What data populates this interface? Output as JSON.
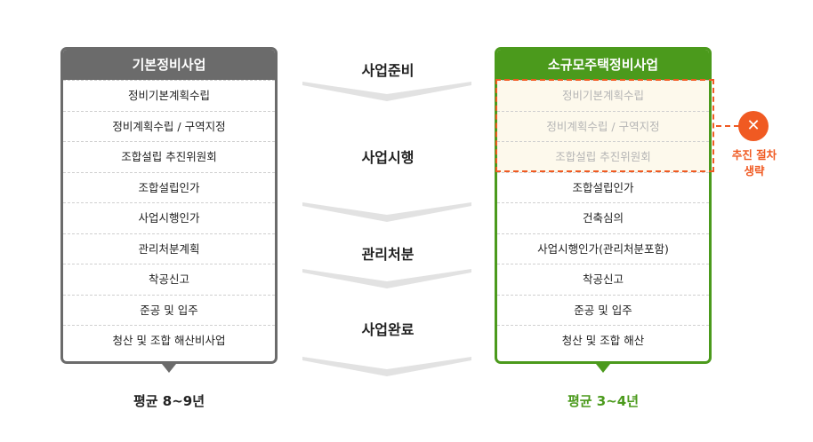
{
  "left_process": {
    "title": "기본정비사업",
    "steps": [
      "정비기본계획수립",
      "정비계획수립 / 구역지정",
      "조합설립 추진위원회",
      "조합설립인가",
      "사업시행인가",
      "관리처분계획",
      "착공신고",
      "준공 및 입주",
      "청산 및 조합 해산비사업"
    ],
    "duration": "평균 8~9년"
  },
  "stages": [
    "사업준비",
    "사업시행",
    "관리처분",
    "사업완료"
  ],
  "right_process": {
    "title": "소규모주택정비사업",
    "skipped_steps": [
      "정비기본계획수립",
      "정비계획수립 / 구역지정",
      "조합설립 추진위원회"
    ],
    "steps": [
      "조합설립인가",
      "건축심의",
      "사업시행인가(관리처분포함)",
      "착공신고",
      "준공 및 입주",
      "청산 및 조합 해산"
    ],
    "duration": "평균 3~4년"
  },
  "skip_badge": {
    "symbol": "✕",
    "label_line1": "추진 절차",
    "label_line2": "생략"
  },
  "colors": {
    "basic": "#6b6b6b",
    "small_scale": "#4b9a1c",
    "skip": "#f05a22",
    "skipped_bg": "#fdf9ec"
  }
}
